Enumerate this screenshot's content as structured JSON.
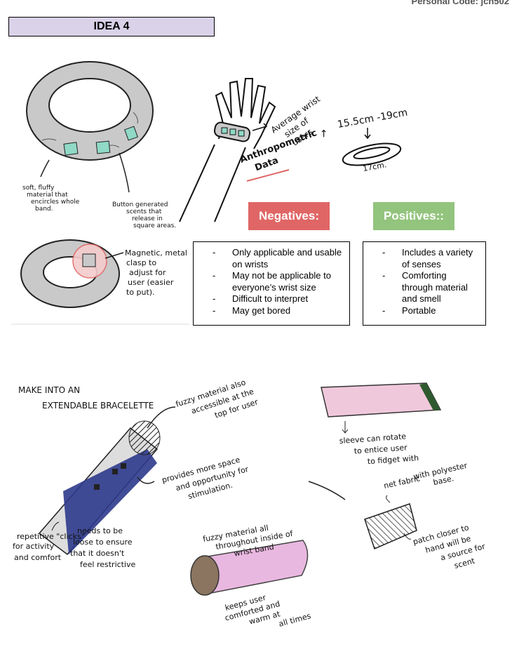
{
  "header": {
    "personal_code": "Personal Code: jch502"
  },
  "title": "IDEA 4",
  "negatives": {
    "heading": "Negatives:",
    "items": [
      "Only applicable and usable on wrists",
      "May not be applicable to everyone’s wrist size",
      "Difficult to interpret",
      "May get bored"
    ]
  },
  "positives": {
    "heading": "Positives::",
    "items": [
      "Includes a variety of senses",
      "Comforting through material and smell",
      "Portable"
    ]
  },
  "sketch_notes": {
    "soft_fluffy": "soft, fluffy material that encircles whole band.",
    "button_scents": "Button generated scents that release in square areas.",
    "magnetic_clasp": "Magnetic, metal clasp to adjust for user (easier to put).",
    "avg_wrist": "Average wrist size of users",
    "arrow_to": "→",
    "wrist_range": "15.5cm -19cm",
    "anthro": "Anthropometric Data",
    "width_17": "17cm.",
    "extendable": "MAKE INTO AN EXTENDABLE BRACELETTE",
    "fuzzy_top": "fuzzy material also accessible at the top for user",
    "space": "provides more space and opportunity for stimulation.",
    "clicks": "repetitive \"clicks\" for activity and comfort",
    "loose": "needs to be loose to ensure that it doesn't feel restrictive",
    "fuzzy_inside": "fuzzy material all throughout inside of wrist band",
    "keeps_warm": "keeps user comforted and warm at all times",
    "sleeve": "sleeve can rotate to entice user to fidget with",
    "net_fabric": "net fabric with polyester base.",
    "patch": "patch closer to hand will be a source for scent"
  },
  "colors": {
    "title_bg": "#d9d2e9",
    "negative": "#e06666",
    "positive": "#93c47d"
  }
}
